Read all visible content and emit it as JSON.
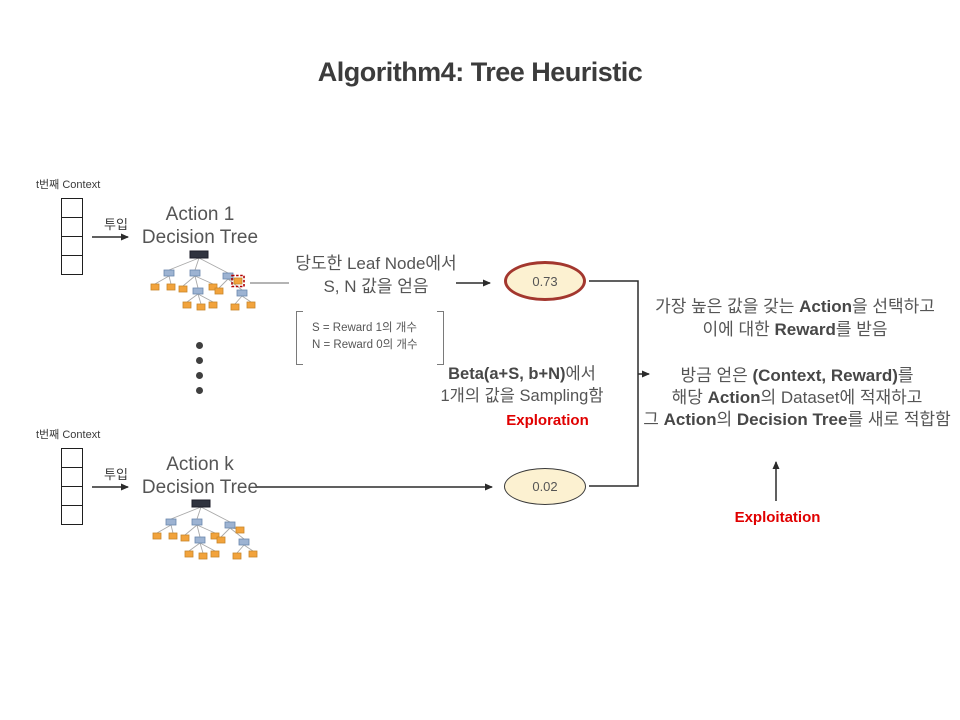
{
  "title": "Algorithm4: Tree Heuristic",
  "top_flow": {
    "context_label": "t번째 Context",
    "input_label": "투입",
    "action_line1": "Action 1",
    "action_line2": "Decision Tree",
    "leaf_line1": "당도한 Leaf Node에서",
    "leaf_line2": "S, N 값을 얻음",
    "sample_value": "0.73"
  },
  "note": {
    "line1": "S = Reward 1의 개수",
    "line2": "N = Reward 0의 개수"
  },
  "beta_block": {
    "line1": [
      {
        "t": "Beta(a+S, b+N)",
        "b": true
      },
      {
        "t": "에서",
        "b": false
      }
    ],
    "line2": "1개의 값을 Sampling함",
    "label": "Exploration"
  },
  "bottom_flow": {
    "context_label": "t번째 Context",
    "input_label": "투입",
    "action_line1": "Action k",
    "action_line2": "Decision Tree",
    "sample_value": "0.02"
  },
  "right_panel": {
    "select_line1": [
      {
        "t": "가장 높은 값을 갖는 ",
        "b": false
      },
      {
        "t": "Action",
        "b": true
      },
      {
        "t": "을 선택하고",
        "b": false
      }
    ],
    "select_line2": [
      {
        "t": "이에 대한 ",
        "b": false
      },
      {
        "t": "Reward",
        "b": true
      },
      {
        "t": "를 받음",
        "b": false
      }
    ],
    "update_line1": [
      {
        "t": "방금 얻은 ",
        "b": false
      },
      {
        "t": "(Context, Reward)",
        "b": true
      },
      {
        "t": "를",
        "b": false
      }
    ],
    "update_line2": [
      {
        "t": "해당 ",
        "b": false
      },
      {
        "t": "Action",
        "b": true
      },
      {
        "t": "의 Dataset에 적재하고",
        "b": false
      }
    ],
    "update_line3": [
      {
        "t": "그 ",
        "b": false
      },
      {
        "t": "Action",
        "b": true
      },
      {
        "t": "의 ",
        "b": false
      },
      {
        "t": "Decision Tree",
        "b": true
      },
      {
        "t": "를 새로 적합함",
        "b": false
      }
    ],
    "label": "Exploitation"
  },
  "colors": {
    "accent_red": "#e00000",
    "ellipse_fill": "#fcf1d1",
    "hot_ellipse_border": "#a3372e",
    "tree_root": "#30333f",
    "tree_internal": "#9db3d2",
    "tree_leaf": "#f2a33c"
  }
}
